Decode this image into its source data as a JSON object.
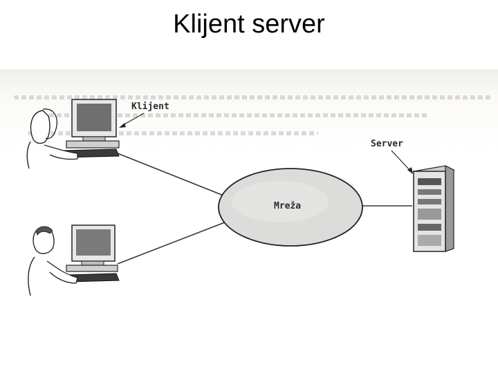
{
  "slide": {
    "title": "Klijent server"
  },
  "diagram": {
    "labels": {
      "client": "Klijent",
      "server": "Server",
      "network": "Mreža"
    }
  }
}
